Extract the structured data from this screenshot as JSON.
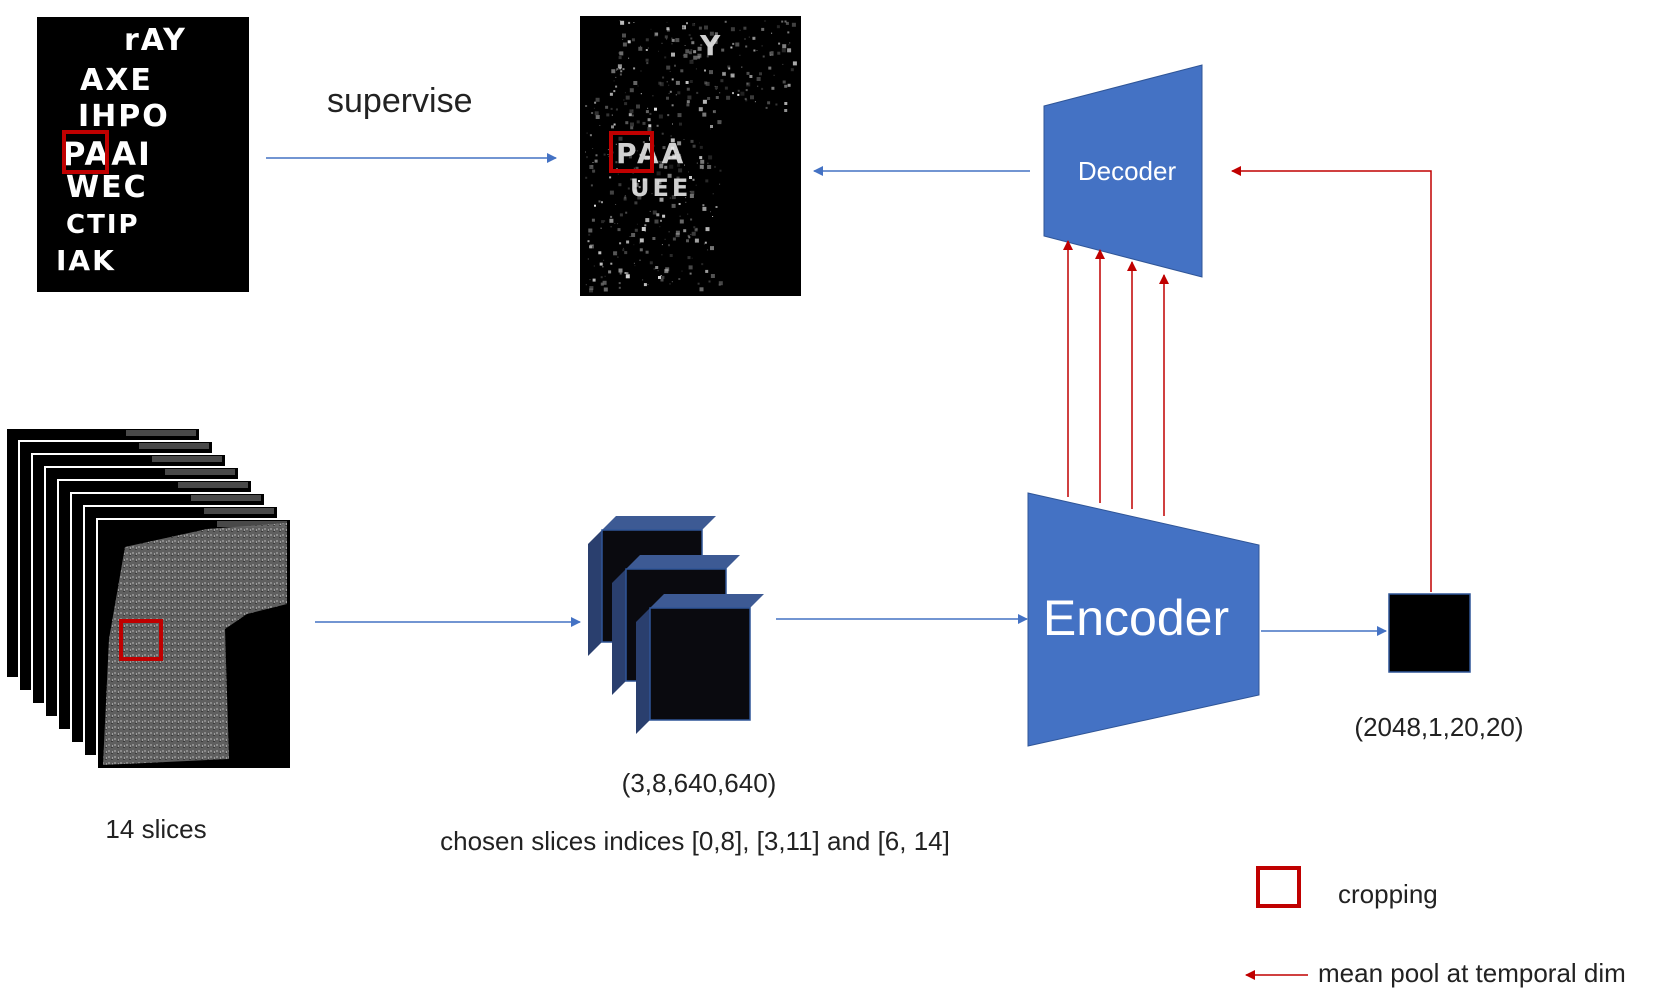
{
  "labels": {
    "supervise": "supervise",
    "decoder": "Decoder",
    "encoder": "Encoder",
    "slices_count": "14 slices",
    "input_shape": "(3,8,640,640)",
    "chosen_slices": "chosen slices indices [0,8], [3,11] and [6, 14]",
    "feature_shape": "(2048,1,20,20)",
    "legend_cropping": "cropping",
    "legend_mean_pool": "mean pool at temporal dim"
  },
  "ink_label_glyphs": [
    "rAY",
    "AXE",
    "IHPO",
    "PAAI",
    "WEC",
    "CTIP",
    "IAK"
  ],
  "prediction_glyphs": [
    "Y",
    "PAA",
    "UEE"
  ],
  "colors": {
    "arrow_blue": "#4472C4",
    "block_blue": "#4472C4",
    "arrow_red": "#C00000",
    "crop_red": "#C00000",
    "cube_front": "#0a0a0f",
    "cube_side": "#2a3f6e",
    "cube_top": "#3d5a94"
  }
}
